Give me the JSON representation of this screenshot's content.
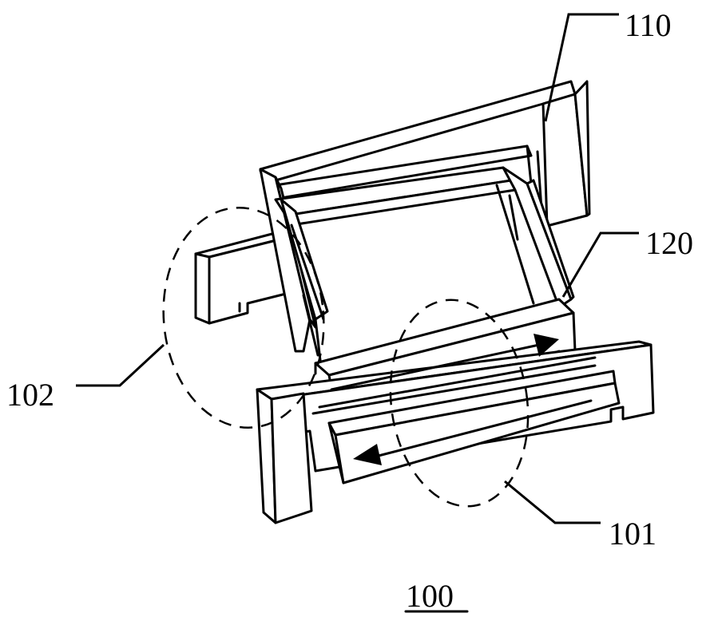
{
  "labels": {
    "part_110": "110",
    "part_120": "120",
    "region_102": "102",
    "region_101": "101",
    "figure_number": "100"
  }
}
